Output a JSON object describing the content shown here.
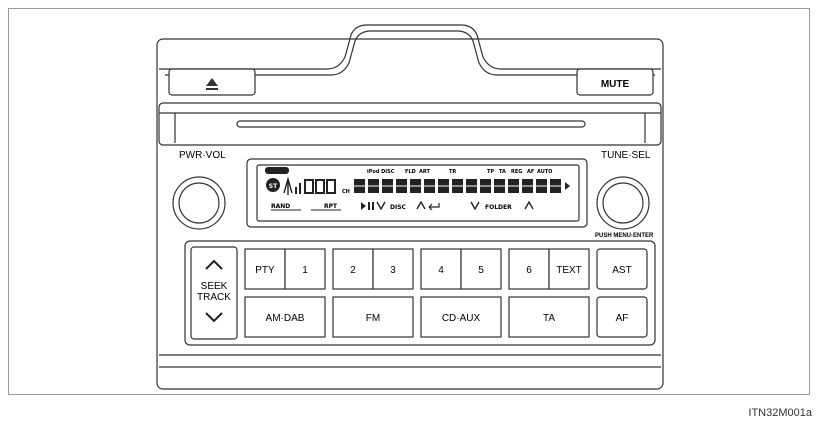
{
  "figure_code": "ITN32M001a",
  "labels": {
    "pwr_vol": "PWR·VOL",
    "tune_sel": "TUNE·SEL",
    "push_menu_enter": "PUSH MENU·ENTER",
    "mute": "MUTE",
    "seek_track": [
      "SEEK",
      "TRACK"
    ]
  },
  "display": {
    "top_left": "ST",
    "indicators_top": [
      "iPod DISC",
      "FLD",
      "ART",
      "TR",
      "TP",
      "TA",
      "REG",
      "AF",
      "AUTO"
    ],
    "ch": "CH",
    "rand": "RAND",
    "rpt": "RPT",
    "disc": "DISC",
    "folder": "FOLDER"
  },
  "buttons_row1": [
    "PTY",
    "1",
    "2",
    "3",
    "4",
    "5",
    "6",
    "TEXT"
  ],
  "buttons_row2": [
    "AM·DAB",
    "FM",
    "CD·AUX",
    "TA"
  ],
  "side_buttons": [
    "AST",
    "AF"
  ]
}
